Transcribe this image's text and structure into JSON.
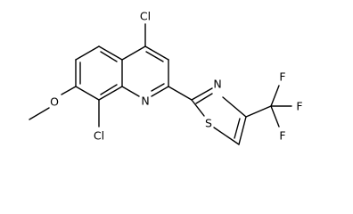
{
  "molecule": {
    "labels": {
      "cl_top": "Cl",
      "cl_bottom": "Cl",
      "o_methoxy": "O",
      "n_quinoline": "N",
      "n_thiazole": "N",
      "s_thiazole": "S",
      "f_top": "F",
      "f_right": "F",
      "f_bottom": "F"
    }
  }
}
